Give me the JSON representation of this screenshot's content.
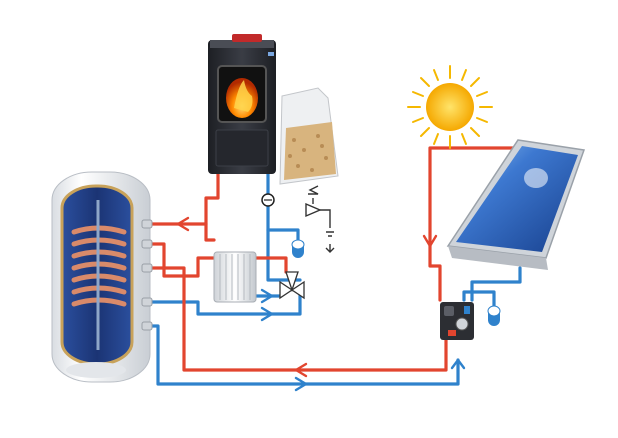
{
  "diagram": {
    "type": "heating-system-schematic",
    "components": [
      {
        "id": "pellet-stove",
        "icon": "pellet-stove-icon"
      },
      {
        "id": "pellet-bag",
        "icon": "pellet-bag-icon"
      },
      {
        "id": "sun",
        "icon": "sun-icon"
      },
      {
        "id": "solar-collector",
        "icon": "solar-panel-icon"
      },
      {
        "id": "boiler-tank",
        "icon": "water-tank-icon"
      },
      {
        "id": "radiator",
        "icon": "radiator-icon"
      },
      {
        "id": "solar-pump-station",
        "icon": "pump-station-icon"
      },
      {
        "id": "expansion-vessel-stove",
        "icon": "expansion-vessel-icon"
      },
      {
        "id": "expansion-vessel-solar",
        "icon": "expansion-vessel-icon"
      },
      {
        "id": "circulation-pump",
        "icon": "pump-icon"
      },
      {
        "id": "safety-valve",
        "icon": "safety-valve-icon"
      },
      {
        "id": "three-way-valve",
        "icon": "three-way-valve-icon"
      }
    ],
    "colors": {
      "hot_pipe": "#e2452f",
      "cold_pipe": "#2f82cc",
      "tank_inner": "#1f3f8a",
      "coil": "#c7745a",
      "sun": "#f5b800",
      "panel": "#2c5fb8",
      "stove_body": "#2b2d33",
      "flame": "#ff8a00",
      "pellets": "#d8b47e"
    }
  }
}
